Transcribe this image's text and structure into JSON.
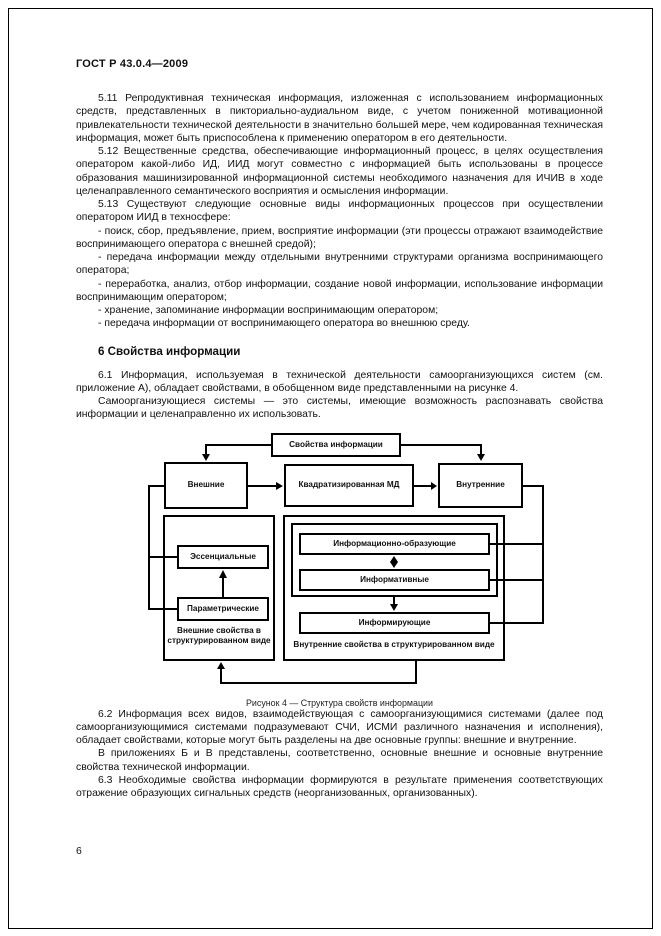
{
  "header": {
    "title": "ГОСТ Р 43.0.4—2009"
  },
  "body": {
    "p511": "5.11 Репродуктивная техническая информация, изложенная с использованием информационных средств, представленных в пикториально-аудиальном виде, с учетом пониженной мотивационной привлекательности технической деятельности в значительно большей мере, чем кодированная техническая информация, может быть приспособлена к применению оператором в его деятельности.",
    "p512": "5.12 Вещественные средства, обеспечивающие информационный процесс, в целях осуществления оператором какой-либо ИД, ИИД могут совместно с информацией быть использованы в процессе образования машинизированной информационной системы необходимого назначения для ИЧИВ в ходе целенаправленного семантического восприятия и осмысления информации.",
    "p513": "5.13 Существуют следующие основные виды информационных процессов при осуществлении оператором ИИД в техносфере:",
    "li1": "- поиск, сбор, предъявление, прием, восприятие информации (эти процессы отражают взаимодействие воспринимающего оператора с внешней средой);",
    "li2": "- передача информации между отдельными внутренними структурами организма воспринимающего оператора;",
    "li3": "- переработка, анализ, отбор информации, создание новой информации, использование информации воспринимающим оператором;",
    "li4": "- хранение, запоминание информации воспринимающим оператором;",
    "li5": "- передача информации от воспринимающего оператора во внешнюю среду.",
    "h6": "6 Свойства информации",
    "p61a": "6.1 Информация, используемая в технической деятельности самоорганизующихся систем (см. приложение А), обладает свойствами, в обобщенном виде представленными на рисунке 4.",
    "p61b": "Самоорганизующиеся системы — это системы, имеющие возможность распознавать свойства информации и целенаправленно их использовать.",
    "p62": "6.2 Информация всех видов, взаимодействующая с самоорганизующимися системами (далее под самоорганизующимися системами подразумевают СЧИ, ИСМИ различного назначения и исполнения), обладает свойствами, которые могут быть разделены на две основные группы: внешние и внутренние.",
    "p62b": "В приложениях Б и В представлены, соответственно, основные внешние и основные внутренние свойства технической информации.",
    "p63": "6.3 Необходимые свойства информации формируются в результате применения соответствующих отражение образующих сигнальных средств (неорганизованных, организованных)."
  },
  "figure": {
    "caption": "Рисунок 4 — Структура свойств информации",
    "root": "Свойства информации",
    "external": "Внешние",
    "center": "Квадратизированная МД",
    "internal": "Внутренние",
    "essential": "Эссенциальные",
    "parametric": "Параметрические",
    "external_caption": "Внешние свойства в структурированном виде",
    "info_forming": "Информационно-образующие",
    "informative": "Информативные",
    "informing": "Информирующие",
    "internal_caption": "Внутренние свойства в структурированном виде"
  },
  "footer": {
    "page_number": "6"
  }
}
